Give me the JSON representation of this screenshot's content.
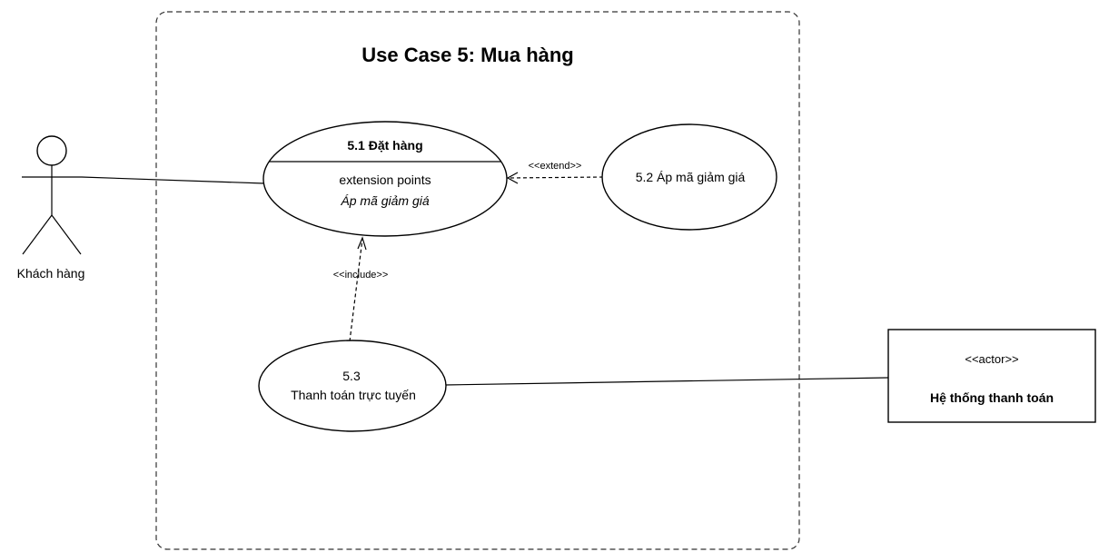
{
  "diagram": {
    "title": "Use Case 5: Mua hàng",
    "actors": {
      "customer": {
        "name": "Khách hàng"
      },
      "payment_system": {
        "stereotype": "<<actor>>",
        "name": "Hệ thống thanh toán"
      }
    },
    "use_cases": {
      "order": {
        "title": "5.1 Đặt hàng",
        "section_label": "extension points",
        "extension_point": "Áp mã giảm giá"
      },
      "discount": {
        "label": "5.2 Áp mã giảm giá"
      },
      "payment": {
        "label_line1": "5.3",
        "label_line2": "Thanh toán trực tuyến"
      }
    },
    "relations": {
      "extend": "<<extend>>",
      "include": "<<include>>"
    }
  }
}
